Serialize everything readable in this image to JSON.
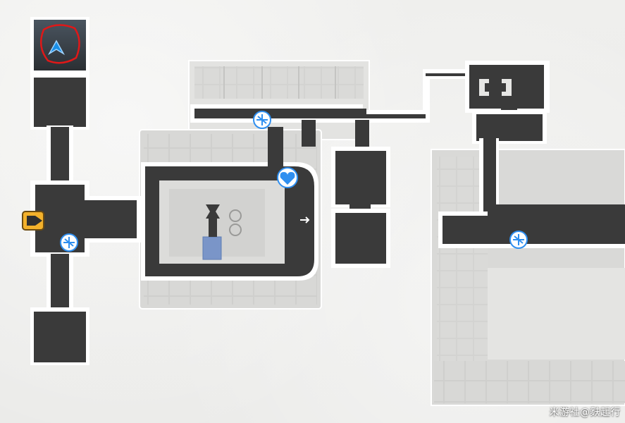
{
  "map": {
    "watermark": "米游社@麩起行",
    "markers": [
      {
        "name": "player-marker-icon",
        "type": "player"
      },
      {
        "name": "exit-door-icon",
        "type": "exit"
      },
      {
        "name": "space-anchor-icon",
        "type": "anchor"
      },
      {
        "name": "space-anchor-icon",
        "type": "anchor"
      },
      {
        "name": "space-anchor-icon",
        "type": "anchor"
      },
      {
        "name": "heart-npc-icon",
        "type": "npc"
      },
      {
        "name": "arrow-right-icon",
        "type": "arrow"
      }
    ]
  },
  "colors": {
    "background": "#efefed",
    "floor": "#3a3a3a",
    "wall_light": "#d6d6d4",
    "wall_mid": "#c4c4c2",
    "outline": "#ffffff",
    "player": "#1a8fe6",
    "highlight_circle": "#e01818",
    "anchor_blue": "#2f8ff0",
    "exit_gold": "#e8a020",
    "pedestal_blue": "#7a95c8"
  }
}
